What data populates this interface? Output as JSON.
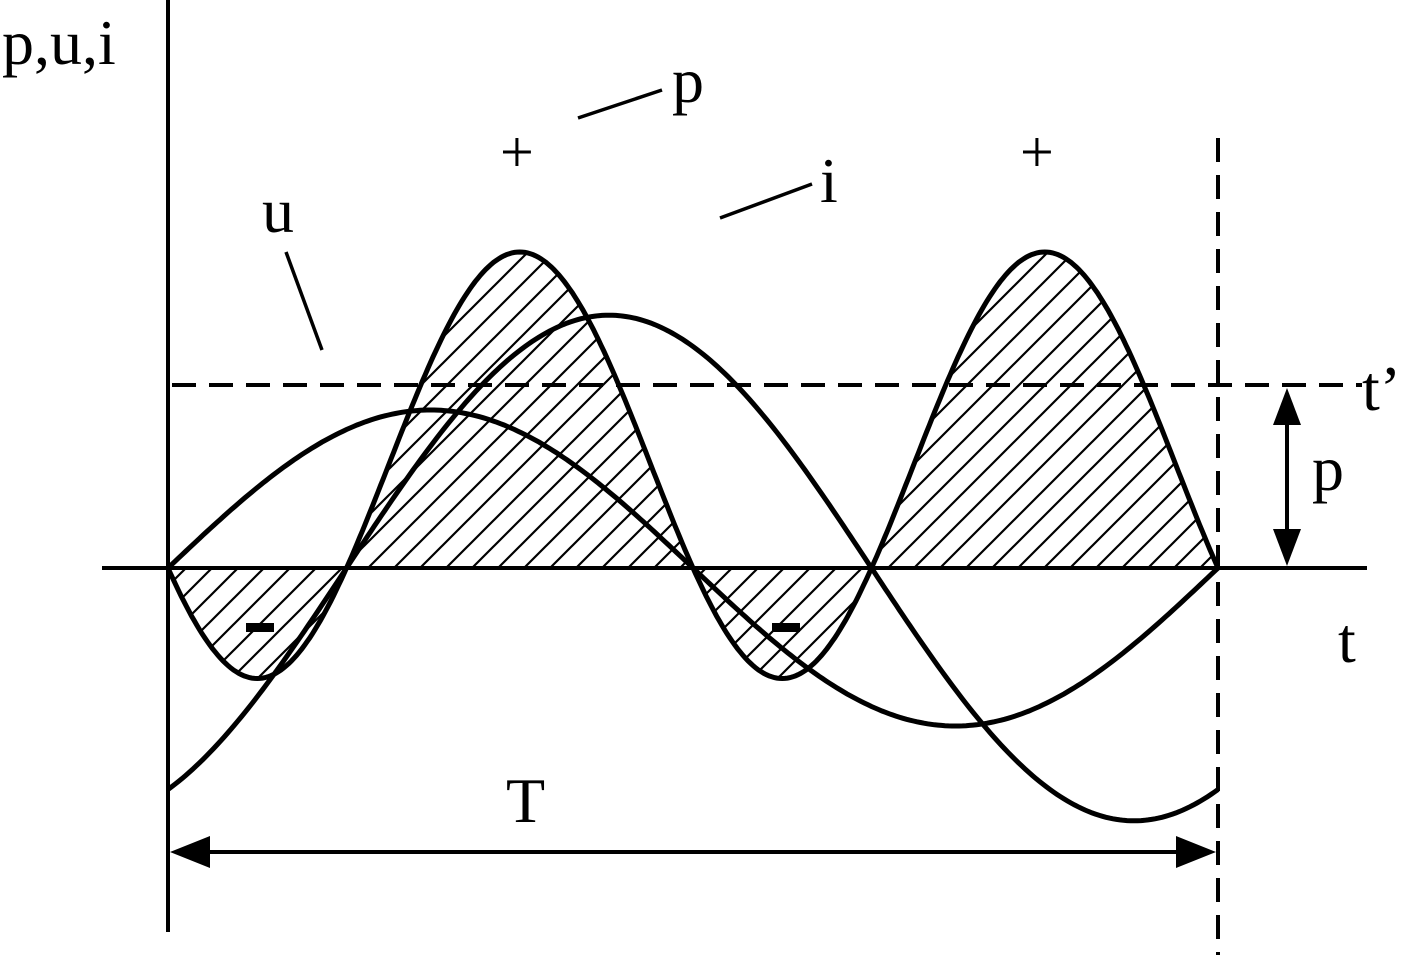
{
  "labels": {
    "y_axis": "p,u,i",
    "x_axis": "t",
    "shifted_axis": "t’",
    "curve_u": "u",
    "curve_i": "i",
    "curve_p": "p",
    "avg_power": "p",
    "period": "T",
    "plus": "+",
    "minus": "-"
  },
  "chart_data": {
    "type": "line",
    "x_range": [
      0,
      1
    ],
    "u_amplitude": 1,
    "i_amplitude": 1.6,
    "i_phase_lag_periods": 0.17,
    "p_offset": 0.72,
    "p_amplitude": 2.0,
    "x_end": 1.06,
    "regions": [
      "+",
      "-"
    ]
  },
  "colors": {
    "stroke": "#000000",
    "background": "#ffffff"
  }
}
